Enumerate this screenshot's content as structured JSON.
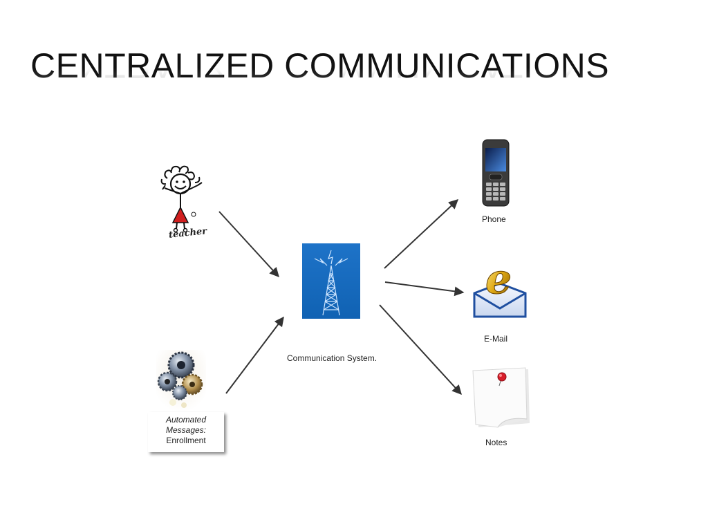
{
  "title": "CENTRALIZED COMMUNICATIONS",
  "teacher": {
    "label": "teacher"
  },
  "automated": {
    "line1": "Automated",
    "line2": "Messages:",
    "line3": "Enrollment"
  },
  "hub": {
    "label": "Communication System."
  },
  "outputs": {
    "phone": "Phone",
    "email": "E-Mail",
    "notes": "Notes"
  },
  "colors": {
    "tower_blue": "#1565b8",
    "arrow": "#333333"
  }
}
